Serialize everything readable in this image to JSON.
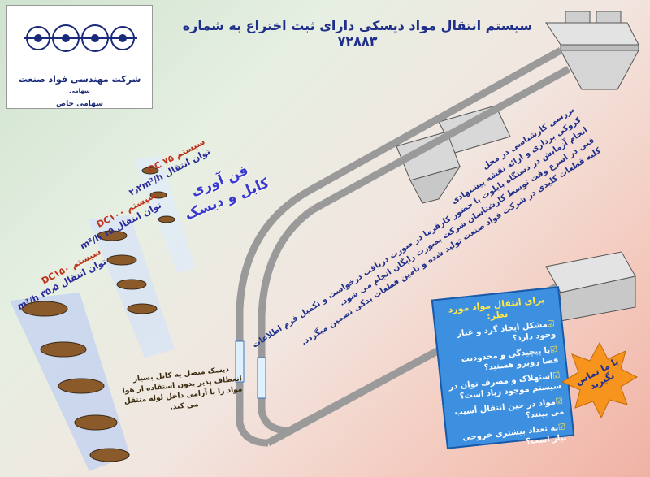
{
  "title": "سیستم انتقال مواد دیسکی دارای ثبت اختراع به شماره ۷۲۸۸۳",
  "logo": {
    "company": "شرکت مهندسی فواد صنعت",
    "company_suffix": "سهامی",
    "type": "سهامی خاص"
  },
  "tech_label": [
    "فن آوری",
    "کابل و دیسک"
  ],
  "systems": [
    {
      "name": "سیستم DC ۷۵",
      "capacity": "توان انتقال ۲٫۲m³/h"
    },
    {
      "name": "سیستم DC۱۰۰",
      "capacity": "توان انتقال ۱۵ m³/h"
    },
    {
      "name": "سیستم DC۱۵۰",
      "capacity": "توان انتقال ۳۵٫۵ m³/h"
    }
  ],
  "services": [
    "بررسی کارشناسی در محل",
    "کروکی برداری و ارائه نقشه پیشنهادی",
    "انجام آزمایش در دستگاه پایلوت با حضور کارفرما در صورت دریافت درخواست و تکمیل فرم اطلاعات",
    "فنی در اسرع وقت توسط کارشناسان شرکت بصورت رایگان انجام می شود.",
    "کلیه قطعات کلیدی در شرکت فواد صنعت تولید شده و تامین قطعات یدکی تضمین میگردد."
  ],
  "question_box": {
    "title": "برای انتقال مواد مورد نظر:",
    "items": [
      "مشکل ایجاد گرد و غبار وجود دارد؟",
      "با پیچیدگی و محدودیت فضا روبرو هستید؟",
      "استهلاک و مصرف توان در سیستم موجود زیاد است؟",
      "مواد در حین انتقال آسیب می بینند؟",
      "به تعداد بیشتری خروجی نیاز است؟"
    ]
  },
  "contact_badge": "با ما تماس بگیرید",
  "cable_note": "دیسک متصل به کابل بسیار انعطاف پذیر بدون استفاده از هوا مواد را با آرامی داخل لوله منتقل می کند.",
  "colors": {
    "title": "#1f2f8a",
    "accent_red": "#c03018",
    "badge": "#f7941d",
    "box": "#3d8fe0"
  }
}
